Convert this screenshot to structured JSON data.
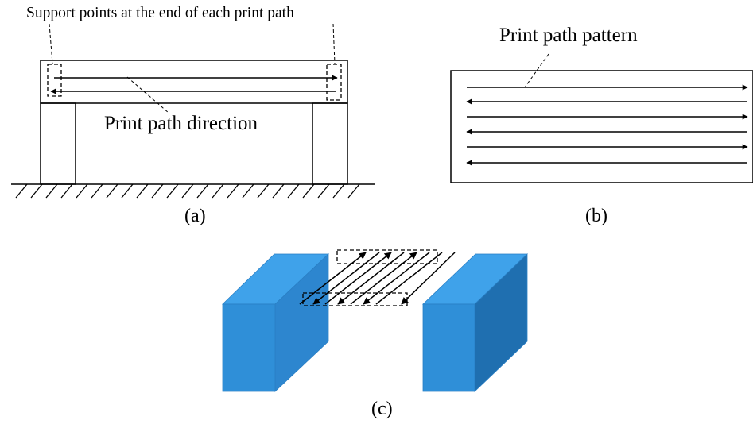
{
  "labels": {
    "support_points": "Support points  at the  end  of each print  path",
    "print_path_direction": "Print path direction",
    "print_path_pattern": "Print path pattern"
  },
  "captions": {
    "a": "(a)",
    "b": "(b)",
    "c": "(c)"
  },
  "colors": {
    "line": "#000000",
    "block_front": "#2f8fd8",
    "block_top": "#3fa2ea",
    "block_side": "#1f6fb0"
  }
}
